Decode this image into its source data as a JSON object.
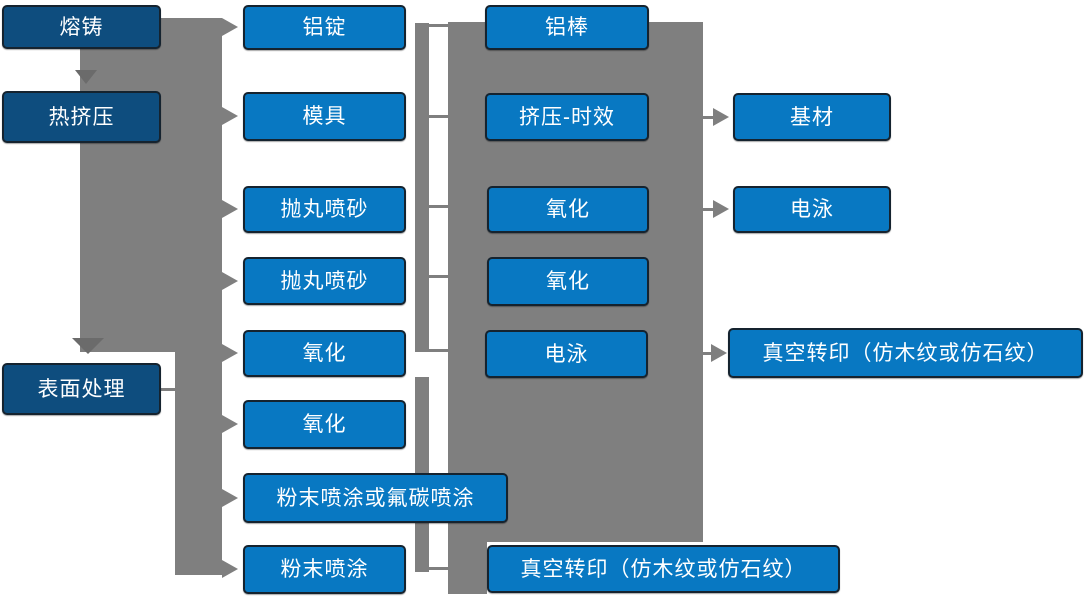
{
  "colors": {
    "c-blue": "#0878C2",
    "c-dark-blue": "#0E4D7E",
    "c-gray": "#7F7F7F",
    "c-gray-dark": "#6B6B6B",
    "c-border": "#15232F",
    "c-text": "#FFFFFF",
    "c-bg": "#FFFFFF"
  },
  "nodes": {
    "stage1": [
      {
        "label": "熔铸"
      },
      {
        "label": "热挤压"
      },
      {
        "label": "表面处理"
      }
    ],
    "stage2": [
      {
        "label": "铝锭"
      },
      {
        "label": "模具"
      },
      {
        "label": "抛丸喷砂"
      },
      {
        "label": "抛丸喷砂"
      },
      {
        "label": "氧化"
      },
      {
        "label": "氧化"
      },
      {
        "label": "粉末喷涂或氟碳喷涂"
      },
      {
        "label": "粉末喷涂"
      }
    ],
    "stage3": [
      {
        "label": "铝棒"
      },
      {
        "label": "挤压-时效"
      },
      {
        "label": "氧化"
      },
      {
        "label": "氧化"
      },
      {
        "label": "电泳"
      }
    ],
    "stage4": [
      {
        "label": "基材"
      },
      {
        "label": "电泳"
      },
      {
        "label": "真空转印（仿木纹或仿石纹）"
      }
    ],
    "stage5": [
      {
        "label": "真空转印（仿木纹或仿石纹）"
      }
    ]
  }
}
